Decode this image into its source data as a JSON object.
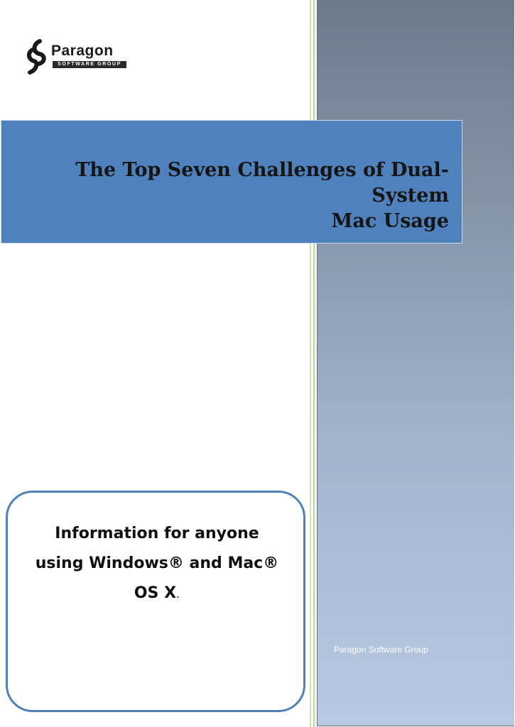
{
  "logo": {
    "name": "Paragon",
    "tagline": "SOFTWARE GROUP"
  },
  "title": {
    "line1": "The Top Seven Challenges of Dual-System",
    "line2": "Mac Usage"
  },
  "callout": {
    "line1": "Information for anyone",
    "line2": "using Windows® and Mac®",
    "line3": "OS X",
    "line3_tail": "."
  },
  "sidebar": {
    "company": "Paragon Software Group"
  },
  "colors": {
    "accent": "#4f81bd",
    "sidebar_top": "#6d7a8c",
    "sidebar_bottom": "#b7cae2",
    "green_rule": "#b6d98f"
  }
}
